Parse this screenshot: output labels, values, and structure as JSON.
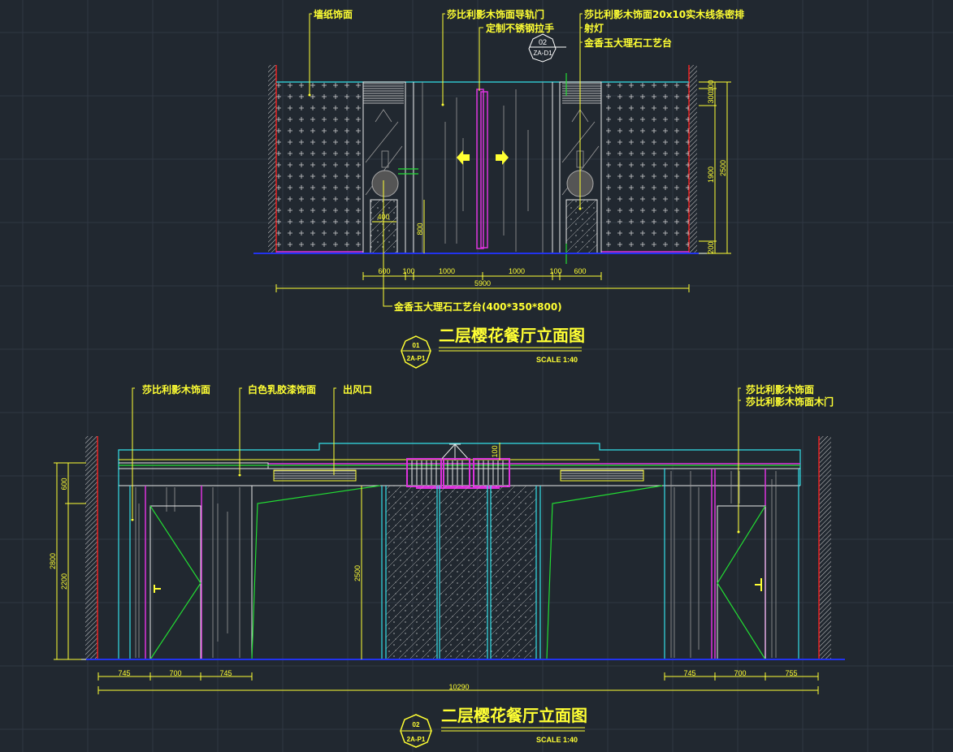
{
  "elevation_top": {
    "labels": {
      "wallpaper": "墙纸饰面",
      "sliding_door": "莎比利影木饰面导轨门",
      "handle": "定制不锈钢拉手",
      "wood_strips": "莎比利影木饰面20x10实木线条密排",
      "spotlight": "射灯",
      "marble_stand": "金香玉大理石工艺台",
      "marble_stand_note": "金香玉大理石工艺台(400*350*800)"
    },
    "callout": {
      "number": "02",
      "sheet": "ZA-D1"
    },
    "dims_horizontal": [
      "600",
      "100",
      "1000",
      "1000",
      "100",
      "600"
    ],
    "dim_total": "5900",
    "dims_right": [
      "100",
      "300",
      "1900",
      "200"
    ],
    "dim_right_total": "2500",
    "dim_stand_width": "400",
    "dim_stand_height": "800",
    "title": "二层樱花餐厅立面图",
    "scale": "SCALE  1:40",
    "bubble": {
      "number": "01",
      "sheet": "2A-P1"
    }
  },
  "elevation_bottom": {
    "labels": {
      "wood_left": "莎比利影木饰面",
      "latex_paint": "白色乳胶漆饰面",
      "air_outlet": "出风口",
      "wood_right": "莎比利影木饰面",
      "wood_door_right": "莎比利影木饰面木门"
    },
    "dims_left": [
      "745",
      "700",
      "745"
    ],
    "dims_right": [
      "745",
      "700",
      "755"
    ],
    "dim_total": "10290",
    "dims_vertical": {
      "total": "2800",
      "top": "600",
      "bottom": "2200",
      "center": "2500",
      "chandelier": "100"
    },
    "title": "二层樱花餐厅立面图",
    "scale": "SCALE  1:40",
    "bubble": {
      "number": "02",
      "sheet": "2A-P1"
    }
  },
  "colors": {
    "background": "#212830",
    "annotation": "#ffff33",
    "cyan": "#33e0e8",
    "magenta": "#dd33dd",
    "green": "#22dd33"
  }
}
